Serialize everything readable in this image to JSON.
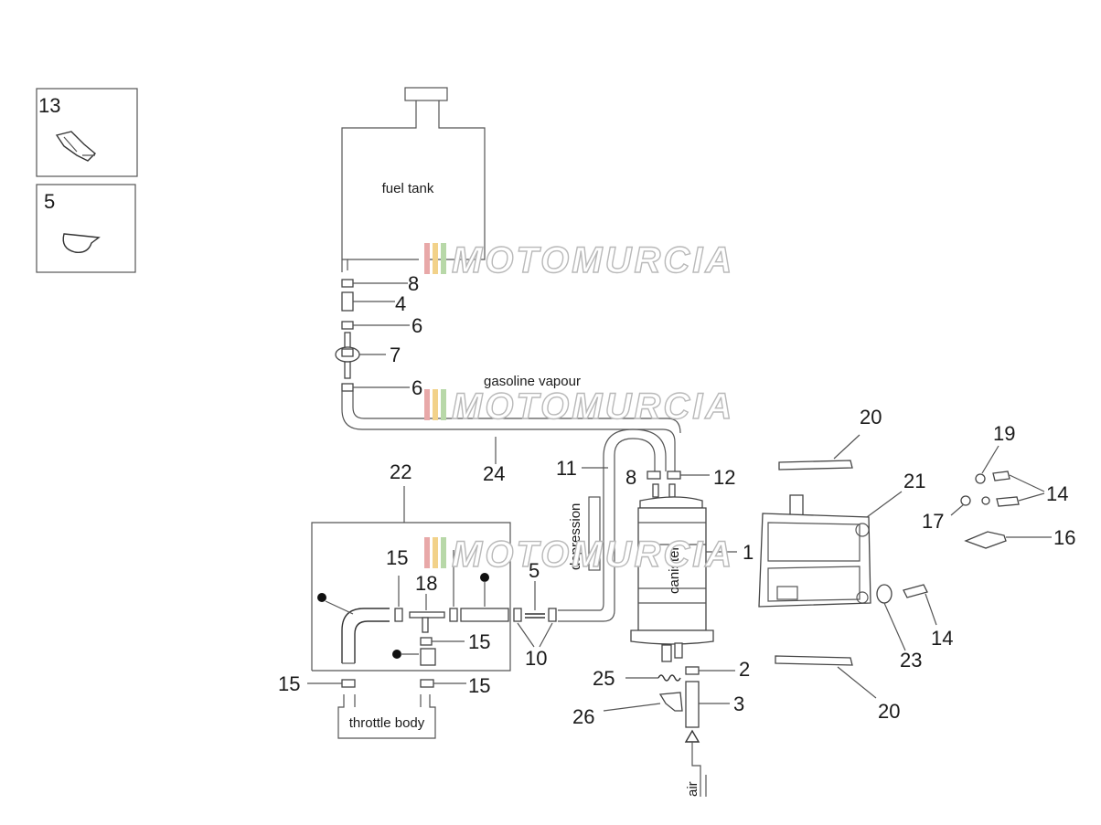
{
  "labels": {
    "fuel_tank": "fuel tank",
    "gasoline_vapour": "gasoline vapour",
    "throttle_body": "throttle body",
    "canister": "canister",
    "air": "air",
    "depression": "depression"
  },
  "callouts": {
    "c13": "13",
    "c5": "5",
    "c8a": "8",
    "c4": "4",
    "c6a": "6",
    "c7": "7",
    "c6b": "6",
    "c24": "24",
    "c22": "22",
    "c11": "11",
    "c8b": "8",
    "c12": "12",
    "c1": "1",
    "c20a": "20",
    "c21": "21",
    "c19": "19",
    "c14a": "14",
    "c17": "17",
    "c16": "16",
    "c23": "23",
    "c14b": "14",
    "c20b": "20",
    "c2": "2",
    "c25": "25",
    "c3": "3",
    "c26": "26",
    "c15a": "15",
    "c18": "18",
    "c15b": "15",
    "c10": "10",
    "c15c": "15",
    "c15d": "15",
    "c5b": "5"
  },
  "watermark": "MOTOMURCIA",
  "watermark_colors": [
    "#e8a8a8",
    "#f2d28a",
    "#b8d8a8"
  ]
}
